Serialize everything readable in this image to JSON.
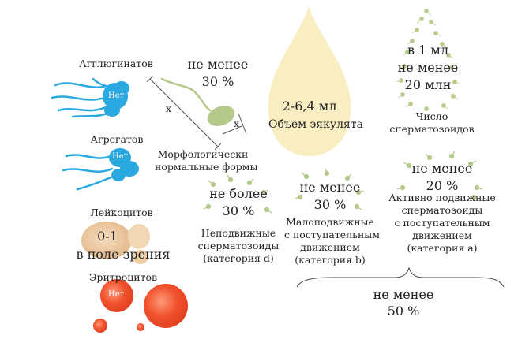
{
  "agglutinates": {
    "label": "Агглюгинатов",
    "badge": "Нет"
  },
  "aggregates": {
    "label": "Агрегатов",
    "badge": "Нет"
  },
  "leukocytes": {
    "label": "Лейкоцитов",
    "value": "0-1",
    "unit": "в поле зрения"
  },
  "erythrocytes": {
    "label": "Эритроцитов",
    "badge": "Нет"
  },
  "morphology": {
    "line1": "не менее",
    "line2": "30 %",
    "caption1": "Морфологически",
    "caption2": "нормальные формы",
    "dim1": "x",
    "dim2": "x"
  },
  "volume": {
    "value": "2-6,4 мл",
    "label": "Объем эякулята"
  },
  "concentration": {
    "line1": "в 1 мл",
    "line2": "не менее",
    "line3": "20 млн",
    "caption1": "Число",
    "caption2": "сперматозоидов"
  },
  "immotile": {
    "line1": "не более",
    "line2": "30 %",
    "caption1": "Неподвижные",
    "caption2": "сперматозоиды",
    "caption3": "(категория d)"
  },
  "slow_progressive": {
    "line1": "не менее",
    "line2": "30 %",
    "caption1": "Малоподвижные",
    "caption2": "с поступательным",
    "caption3": "движением",
    "caption4": "(категория b)"
  },
  "active_progressive": {
    "line1": "не менее",
    "line2": "20 %",
    "caption1": "Активно подвижные",
    "caption2": "сперматозоиды",
    "caption3": "с поступательным",
    "caption4": "движением",
    "caption5": "(категория a)"
  },
  "total_progressive": {
    "line1": "не менее",
    "line2": "50 %"
  },
  "colors": {
    "sperm_blue": "#29a9e0",
    "drop_cream": "#f8eec2",
    "leukocyte_tan": "#e8c49a",
    "erythrocyte_red": "#f0502b",
    "sperm_green": "#b5c98a"
  }
}
